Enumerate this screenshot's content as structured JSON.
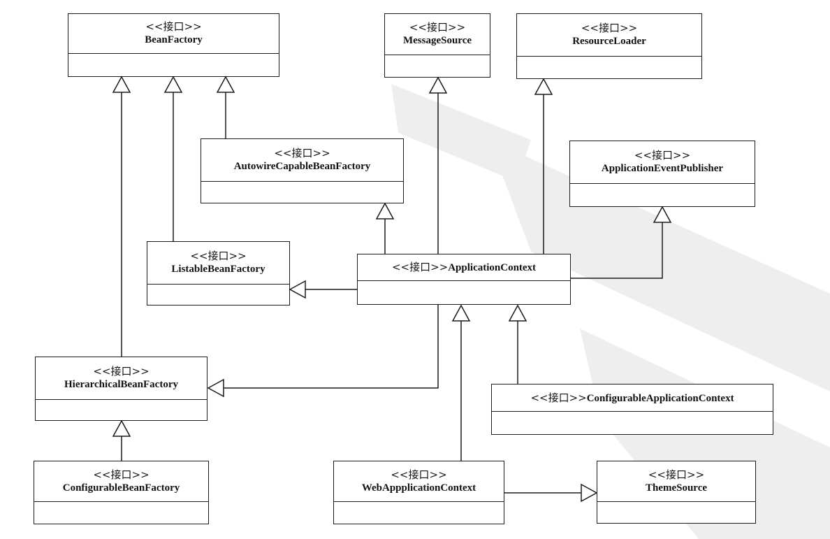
{
  "stereotype": "<<接口>>",
  "interfaces": {
    "beanfactory": "BeanFactory",
    "messagesource": "MessageSource",
    "resourceloader": "ResourceLoader",
    "autowire": "AutowireCapableBeanFactory",
    "eventpublisher": "ApplicationEventPublisher",
    "listable": "ListableBeanFactory",
    "appcontext": "ApplicationContext",
    "hierarchical": "HierarchicalBeanFactory",
    "configurableappcontext": "ConfigurableApplicationContext",
    "configurablebeanfactory": "ConfigurableBeanFactory",
    "webappcontext": "WebAppplicationContext",
    "themesource": "ThemeSource"
  },
  "colors": {
    "line": "#1a1a1a",
    "watermark": "#cfcfcf"
  }
}
